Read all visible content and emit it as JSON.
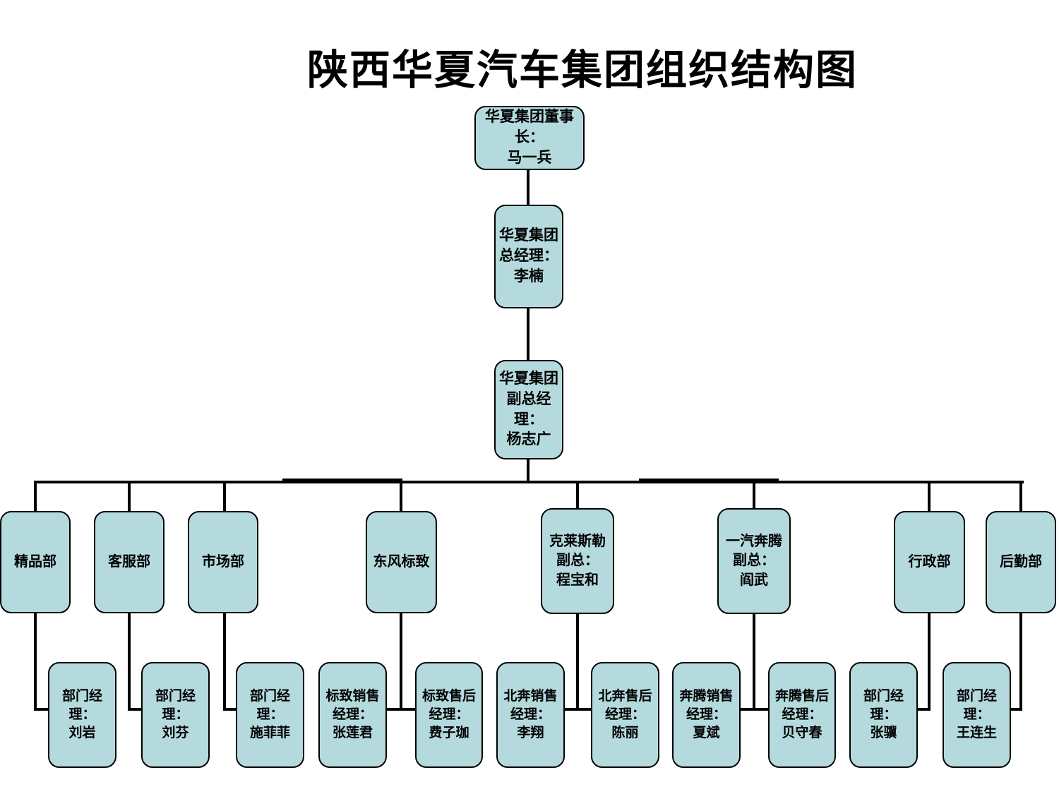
{
  "title": "陕西华夏汽车集团组织结构图",
  "colors": {
    "node_fill": "#b5dade",
    "node_border": "#000000",
    "line": "#000000",
    "background": "#ffffff"
  },
  "org": {
    "chairman": {
      "label": "华夏集团董事\n长：\n马一兵"
    },
    "general_manager": {
      "label": "华夏集团\n总经理：\n李楠"
    },
    "deputy_general_manager": {
      "label": "华夏集团\n副总经理：\n杨志广"
    },
    "depts": [
      {
        "label": "精品部"
      },
      {
        "label": "客服部"
      },
      {
        "label": "市场部"
      },
      {
        "label": "东风标致"
      },
      {
        "label": "克莱斯勒\n副总：\n程宝和"
      },
      {
        "label": "一汽奔腾\n副总：\n阎武"
      },
      {
        "label": "行政部"
      },
      {
        "label": "后勤部"
      }
    ],
    "managers": [
      {
        "label": "部门经理：\n刘岩"
      },
      {
        "label": "部门经理：\n刘芬"
      },
      {
        "label": "部门经理：\n施菲菲"
      },
      {
        "label": "标致销售\n经理：\n张莲君"
      },
      {
        "label": "标致售后\n经理：\n费子珈"
      },
      {
        "label": "北奔销售\n经理：\n李翔"
      },
      {
        "label": "北奔售后\n经理：\n陈丽"
      },
      {
        "label": "奔腾销售\n经理：\n夏斌"
      },
      {
        "label": "奔腾售后\n经理：\n贝守春"
      },
      {
        "label": "部门经理：\n张骥"
      },
      {
        "label": "部门经理：\n王连生"
      }
    ]
  }
}
